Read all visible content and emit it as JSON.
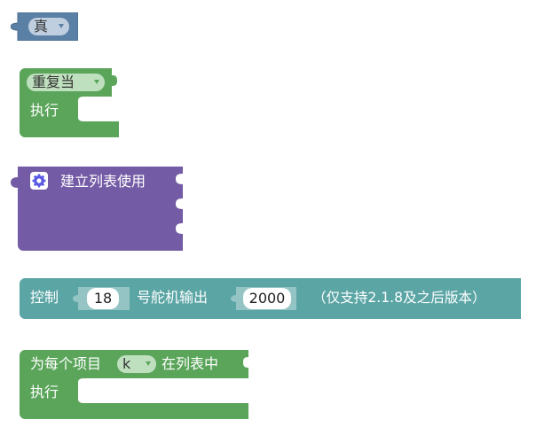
{
  "blocks": {
    "boolean": {
      "value_label": "真",
      "color": "#5b80a5"
    },
    "repeat": {
      "mode_label": "重复当",
      "do_label": "执行",
      "color": "#5ba55b"
    },
    "create_list": {
      "label": "建立列表使用",
      "icon": "gear-icon",
      "color": "#745ba5"
    },
    "servo": {
      "control_label": "控制",
      "pin_value": "18",
      "middle_label": "号舵机输出",
      "pulse_value": "2000",
      "note_label": "（仅支持2.1.8及之后版本）",
      "color": "#5ba5a5"
    },
    "for_each": {
      "prefix_label": "为每个项目",
      "var_label": "k",
      "suffix_label": "在列表中",
      "do_label": "执行",
      "color": "#5ba55b"
    }
  }
}
